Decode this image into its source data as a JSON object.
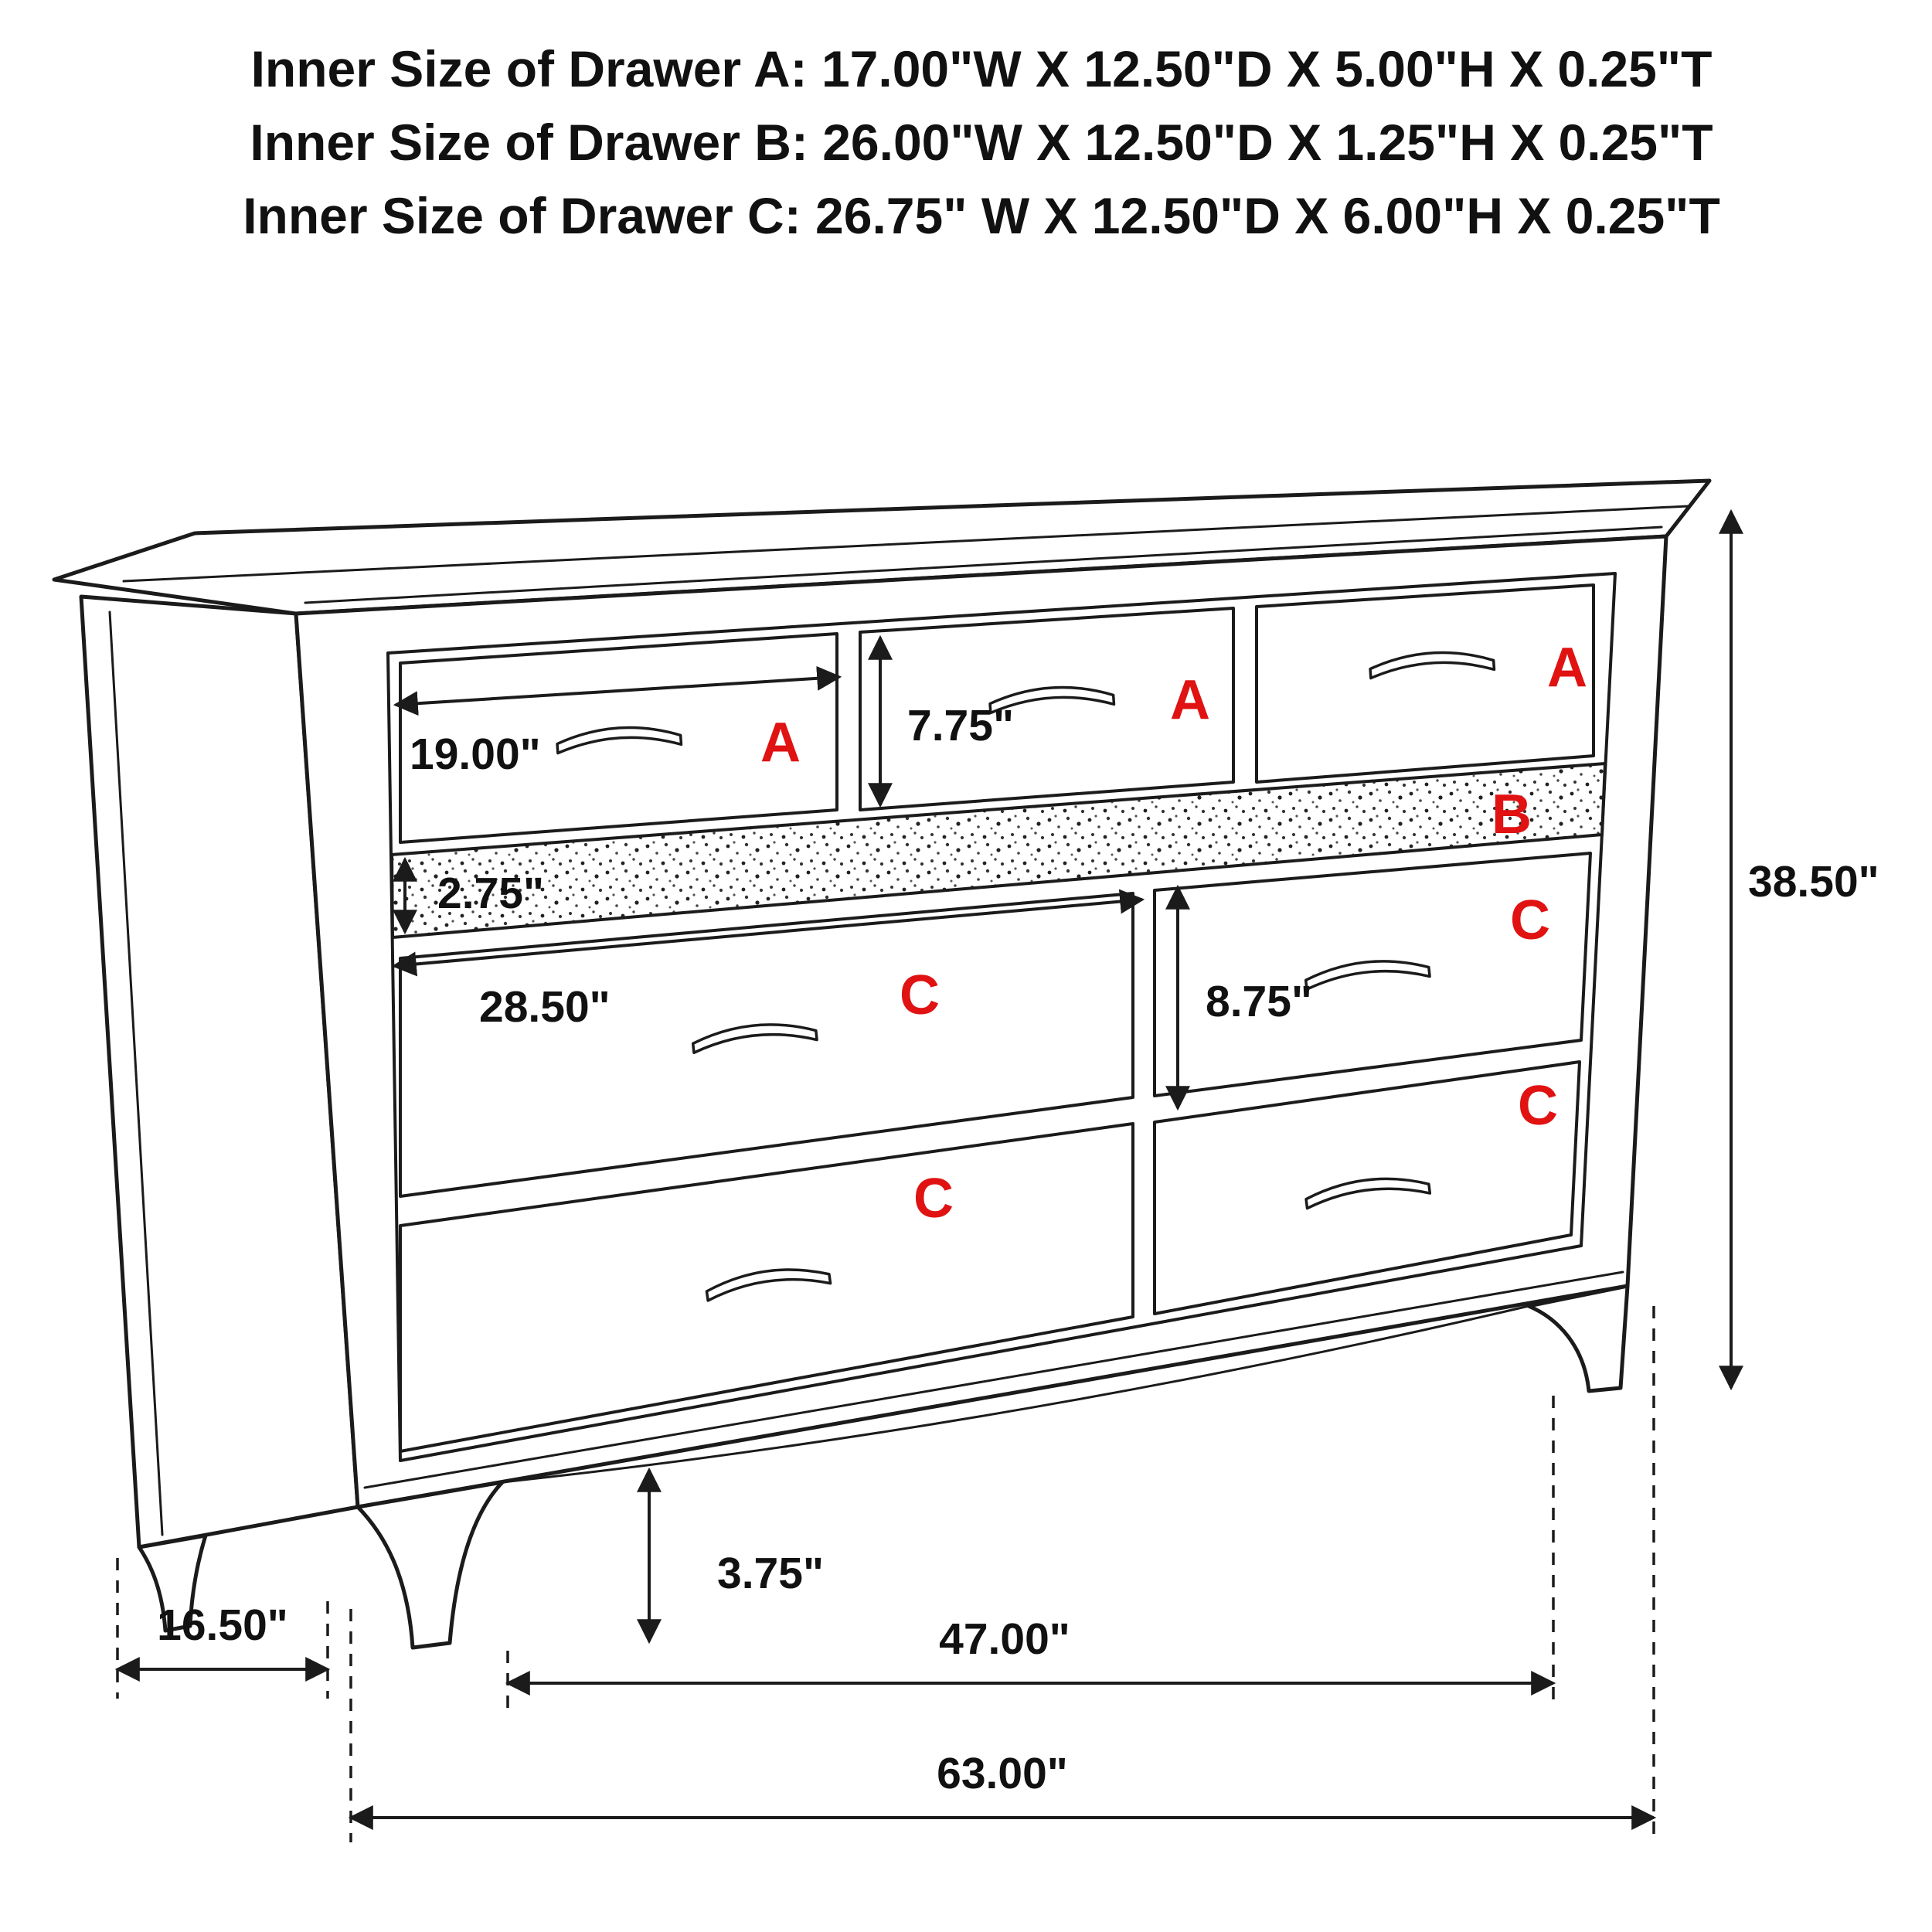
{
  "header": {
    "line1": "Inner Size of Drawer A: 17.00\"W X 12.50\"D X 5.00\"H X 0.25\"T",
    "line2": "Inner Size of Drawer B: 26.00\"W X 12.50\"D X 1.25\"H X 0.25\"T",
    "line3": "Inner Size of Drawer C: 26.75\" W X 12.50\"D X 6.00\"H X 0.25\"T"
  },
  "dims": {
    "drawer_a_width": "19.00\"",
    "top_row_height": "7.75\"",
    "b_strip_height": "2.75\"",
    "c_drawer_width": "28.50\"",
    "c_drawer_height": "8.75\"",
    "total_height": "38.50\"",
    "foot_height": "3.75\"",
    "side_depth": "16.50\"",
    "leg_span": "47.00\"",
    "total_width": "63.00\""
  },
  "labels": {
    "a1": "A",
    "a2": "A",
    "a3": "A",
    "b": "B",
    "c_left_top": "C",
    "c_left_bottom": "C",
    "c_right_top": "C",
    "c_right_bottom": "C"
  },
  "colors": {
    "line": "#1b1b1b",
    "text": "#111111",
    "label_red": "#e01212",
    "background": "#ffffff"
  }
}
